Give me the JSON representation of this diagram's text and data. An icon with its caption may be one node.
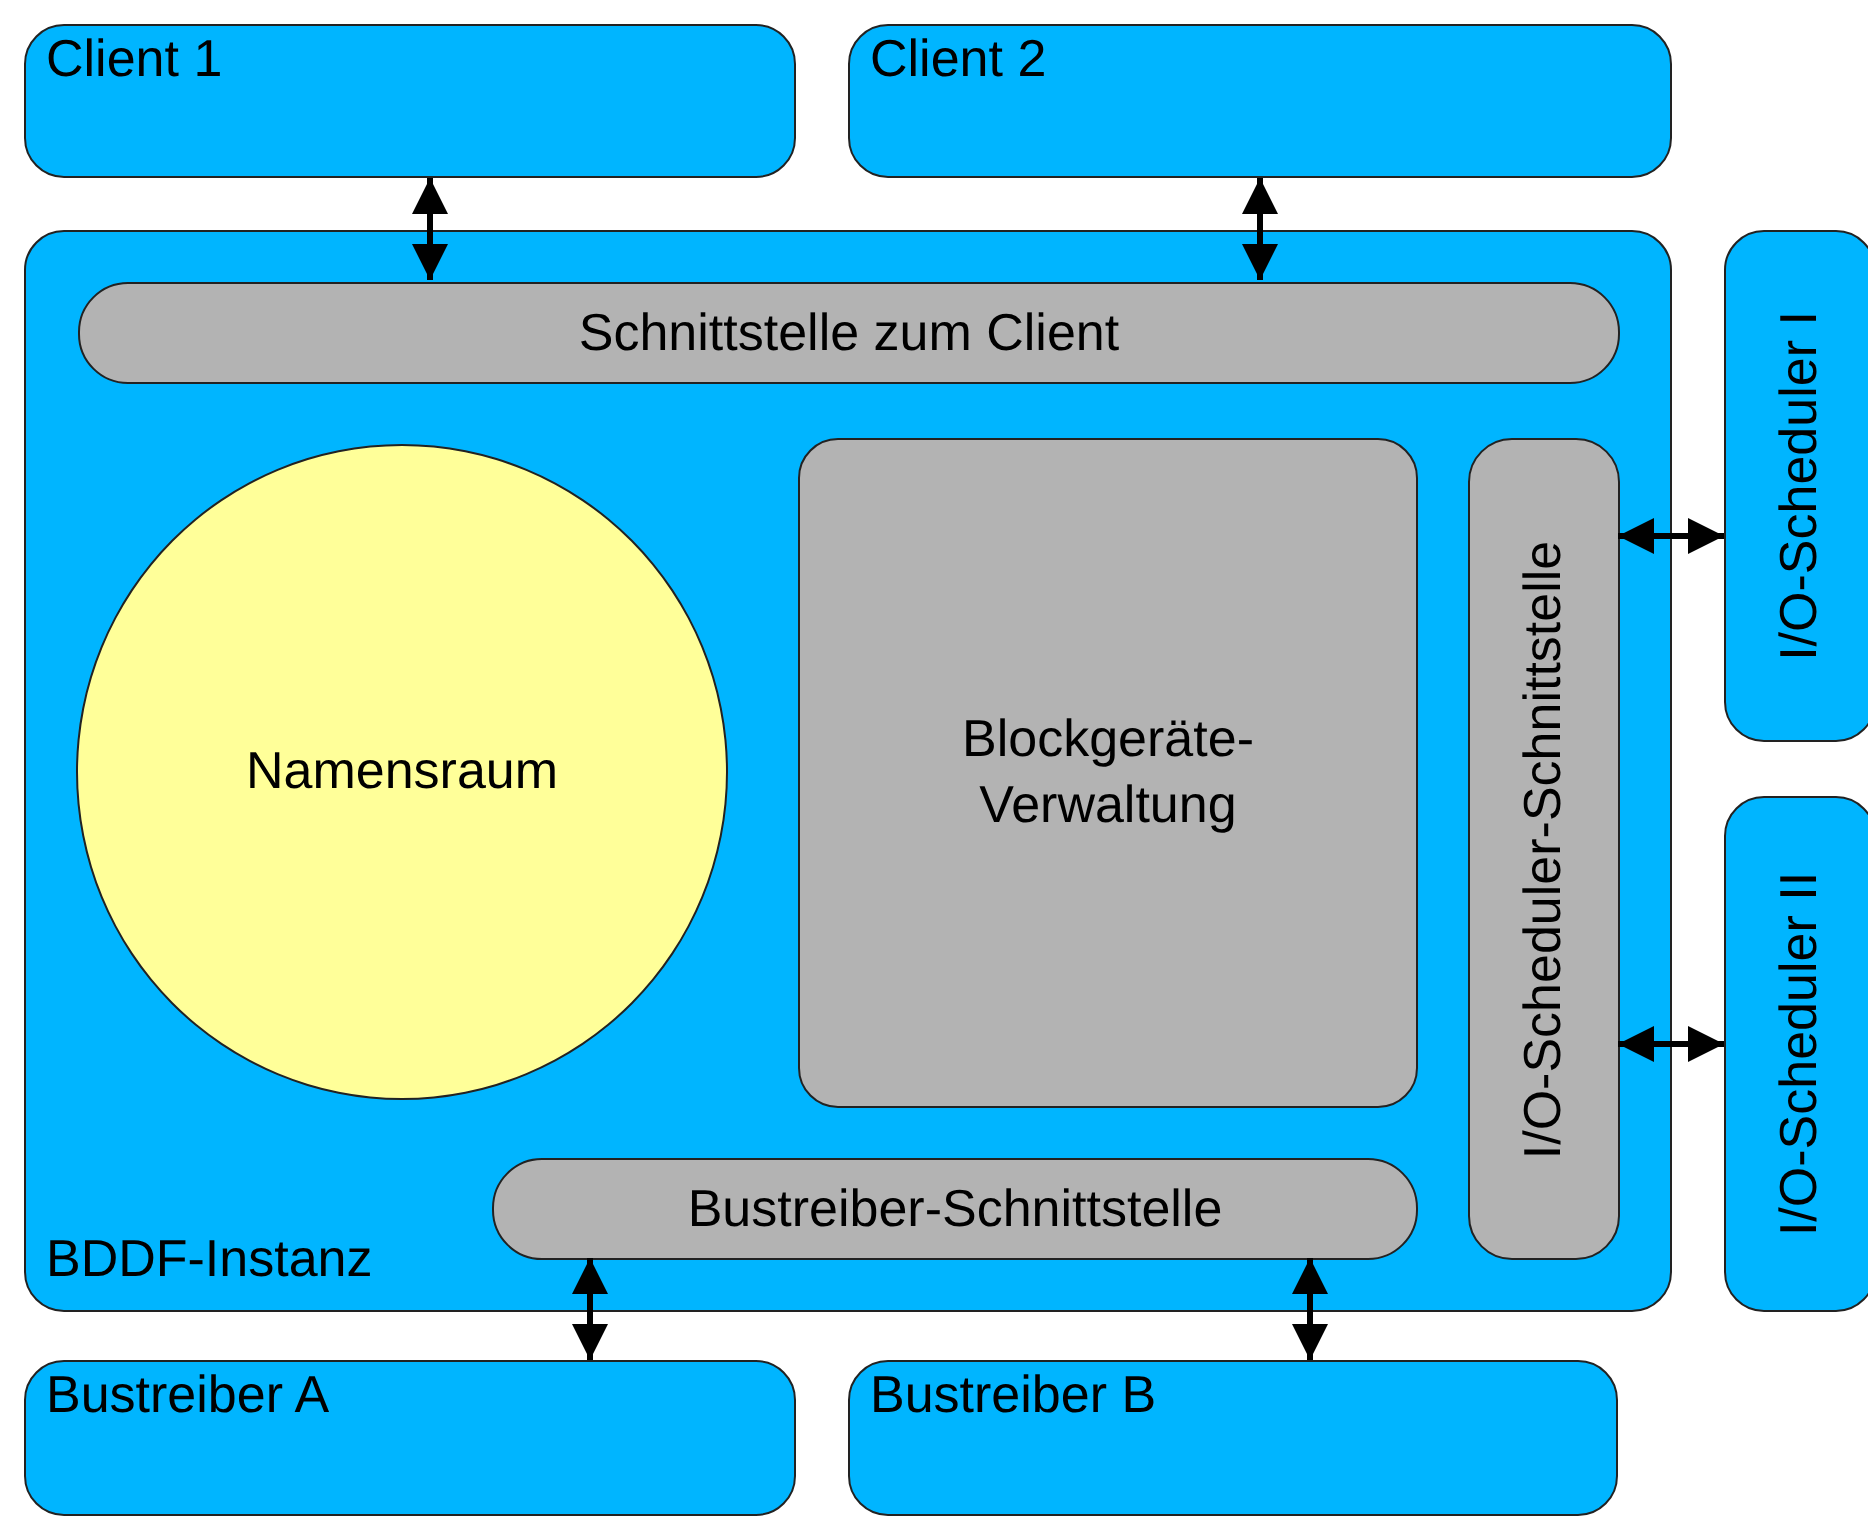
{
  "diagram": {
    "nodes": [
      {
        "text": [
          "Client 1"
        ]
      },
      {
        "text": [
          "Client 2"
        ]
      },
      {
        "text": [
          "BDDF-Instanz"
        ]
      },
      {
        "text": [
          "Schnittstelle zum Client"
        ],
        "in": 2
      },
      {
        "text": [
          "Namensraum"
        ],
        "in": 2
      },
      {
        "text": [
          "Blockgeräte-Verwaltung"
        ],
        "in": 2
      },
      {
        "text": [
          "I/O-Scheduler-Schnittstelle"
        ],
        "in": 2
      },
      {
        "text": [
          "Bustreiber-Schnittstelle"
        ],
        "in": 2
      },
      {
        "text": [
          "I/O-Scheduler I"
        ]
      },
      {
        "text": [
          "I/O-Scheduler II"
        ]
      },
      {
        "text": [
          "Bustreiber A"
        ]
      },
      {
        "text": [
          "Bustreiber B"
        ]
      }
    ],
    "edges": [
      {
        "from": 0,
        "to": 3,
        "arrow": "both"
      },
      {
        "from": 1,
        "to": 3,
        "arrow": "both"
      },
      {
        "from": 6,
        "to": 8,
        "arrow": "both"
      },
      {
        "from": 6,
        "to": 9,
        "arrow": "both"
      },
      {
        "from": 7,
        "to": 10,
        "arrow": "both"
      },
      {
        "from": 7,
        "to": 11,
        "arrow": "both"
      }
    ]
  }
}
